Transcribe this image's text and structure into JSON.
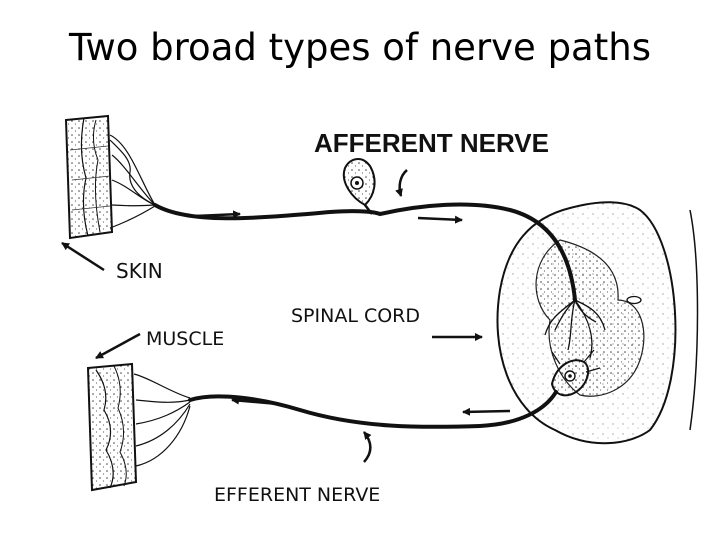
{
  "title": "Two broad types of nerve paths",
  "labels": {
    "afferent": "AFFERENT NERVE",
    "skin": "SKIN",
    "spinal_cord": "SPINAL CORD",
    "muscle": "MUSCLE",
    "efferent": "EFFERENT NERVE"
  }
}
